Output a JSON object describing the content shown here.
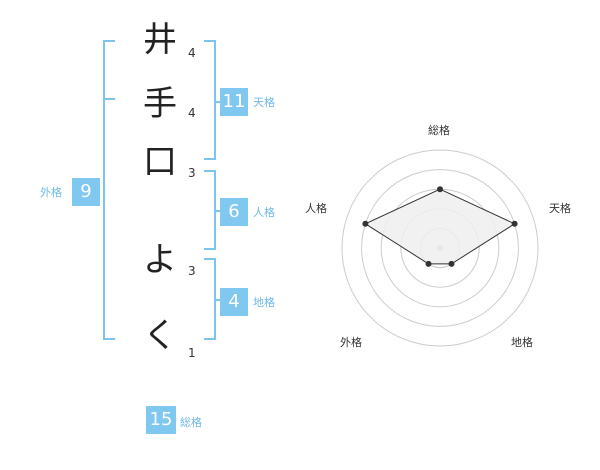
{
  "name": {
    "chars": [
      {
        "char": "井",
        "strokes": "4"
      },
      {
        "char": "手",
        "strokes": "4"
      },
      {
        "char": "口",
        "strokes": "3"
      },
      {
        "char": "よ",
        "strokes": "3"
      },
      {
        "char": "く",
        "strokes": "1"
      }
    ]
  },
  "fortune": {
    "tenkaku": {
      "value": "11",
      "label": "天格"
    },
    "jinkaku": {
      "value": "6",
      "label": "人格"
    },
    "chikaku": {
      "value": "4",
      "label": "地格"
    },
    "gaikaku": {
      "value": "9",
      "label": "外格"
    },
    "soukaku": {
      "value": "15",
      "label": "総格"
    }
  },
  "radar": {
    "axes": [
      "総格",
      "天格",
      "地格",
      "外格",
      "人格"
    ],
    "levels": [
      3,
      4,
      1,
      1,
      4
    ],
    "max": 5,
    "colors": {
      "grid": "#cccccc",
      "fill": "#eeeeee",
      "line": "#333333",
      "center": "#bbbbbb"
    }
  }
}
